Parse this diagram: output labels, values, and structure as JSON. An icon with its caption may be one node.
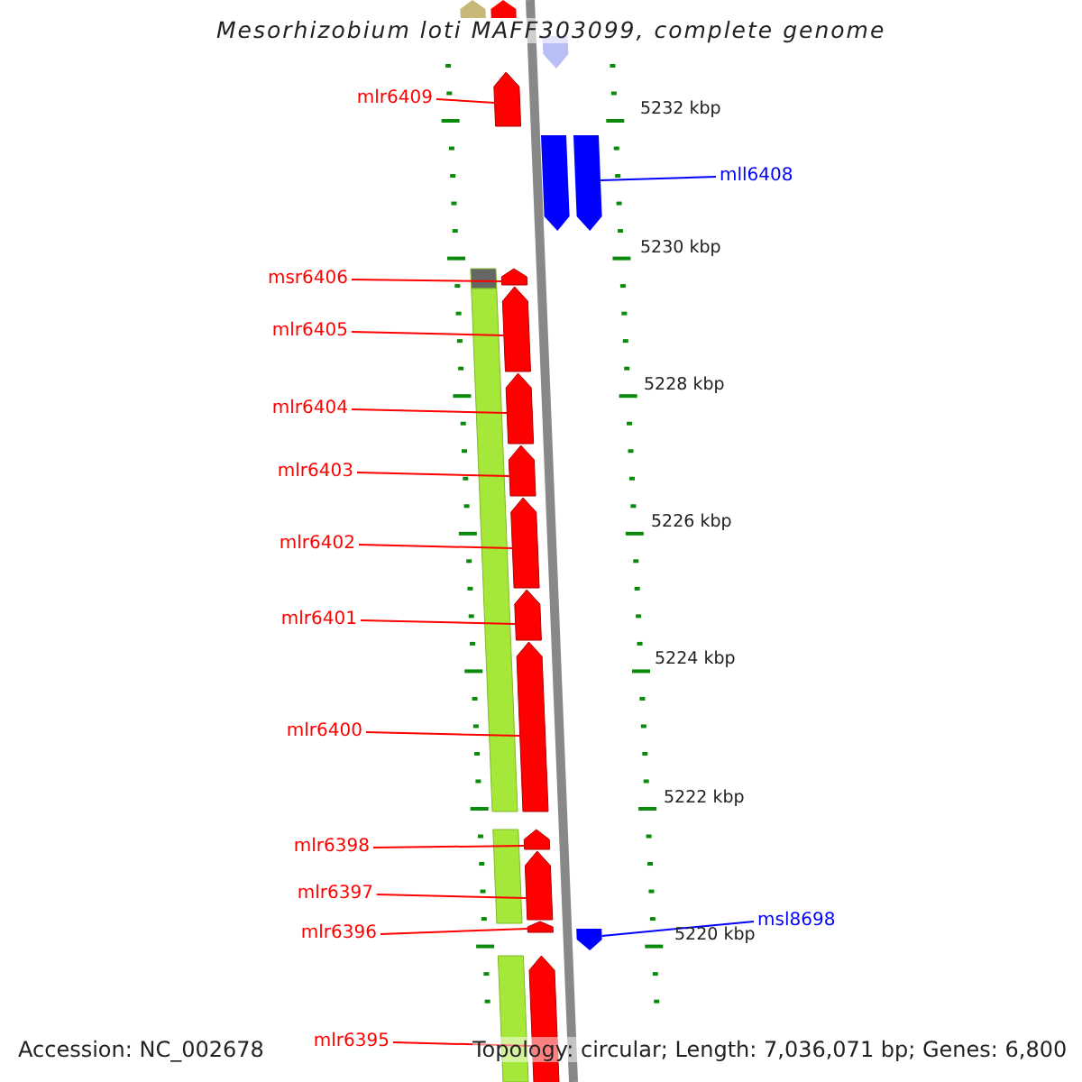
{
  "diagram": {
    "title": "Mesorhizobium loti MAFF303099, complete genome",
    "nodes": [
      {
        "text": [
          "mlr6409"
        ]
      },
      {
        "text": [
          "mll6408"
        ]
      },
      {
        "text": [
          "msr6406"
        ]
      },
      {
        "text": [
          "mlr6405"
        ]
      },
      {
        "text": [
          "mlr6404"
        ]
      },
      {
        "text": [
          "mlr6403"
        ]
      },
      {
        "text": [
          "mlr6402"
        ]
      },
      {
        "text": [
          "mlr6401"
        ]
      },
      {
        "text": [
          "mlr6400"
        ]
      },
      {
        "text": [
          "mlr6398"
        ]
      },
      {
        "text": [
          "mlr6397"
        ]
      },
      {
        "text": [
          "mlr6396"
        ]
      },
      {
        "text": [
          "msl8698"
        ]
      },
      {
        "text": [
          "mlr6395"
        ]
      },
      {
        "text": [],
        "shape": "pentagon"
      },
      {
        "text": [],
        "shape": "pentagon"
      },
      {
        "text": [],
        "shape": "pentagon"
      },
      {
        "text": [],
        "shape": "pentagon"
      },
      {
        "text": [],
        "shape": "pentagon"
      },
      {
        "text": [],
        "shape": "pentagon"
      },
      {
        "text": [],
        "shape": "pentagon"
      },
      {
        "text": [],
        "shape": "pentagon"
      },
      {
        "text": [],
        "shape": "pentagon"
      },
      {
        "text": [],
        "shape": "pentagon"
      },
      {
        "text": [],
        "shape": "pentagon"
      },
      {
        "text": [],
        "shape": "pentagon"
      },
      {
        "text": [],
        "shape": "pentagon"
      },
      {
        "text": [],
        "shape": "pentagon"
      }
    ],
    "edges": [
      {
        "from": 0,
        "to": 14,
        "arrow": "none"
      },
      {
        "from": 1,
        "to": 15,
        "arrow": "none",
        "color": "#0000ff"
      },
      {
        "from": 2,
        "to": 16,
        "arrow": "none"
      },
      {
        "from": 3,
        "to": 17,
        "arrow": "none"
      },
      {
        "from": 4,
        "to": 18,
        "arrow": "none"
      },
      {
        "from": 5,
        "to": 19,
        "arrow": "none"
      },
      {
        "from": 6,
        "to": 20,
        "arrow": "none"
      },
      {
        "from": 7,
        "to": 21,
        "arrow": "none"
      },
      {
        "from": 8,
        "to": 22,
        "arrow": "none"
      },
      {
        "from": 9,
        "to": 23,
        "arrow": "none"
      },
      {
        "from": 10,
        "to": 24,
        "arrow": "none"
      },
      {
        "from": 11,
        "to": 25,
        "arrow": "none"
      },
      {
        "from": 12,
        "to": 26,
        "arrow": "none",
        "color": "#0000ff"
      },
      {
        "from": 13,
        "to": 27,
        "arrow": "none"
      }
    ],
    "labels": [
      "5232 kbp",
      "5230 kbp",
      "5228 kbp",
      "5226 kbp",
      "5224 kbp",
      "5222 kbp",
      "5220 kbp",
      "Accession: NC_002678",
      "Topology: circular; Length: 7,036,071 bp; Genes: 6,800"
    ]
  }
}
